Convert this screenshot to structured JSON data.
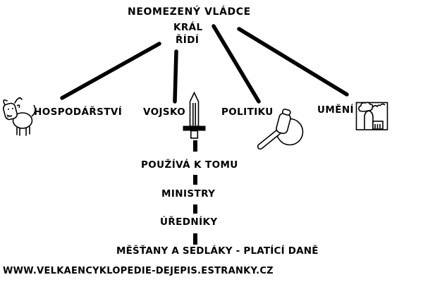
{
  "page": {
    "background": "#ffffff",
    "ink": "#000000"
  },
  "diagram": {
    "ruler": {
      "title": "NEOMEZENÝ VLÁDCE",
      "role": "KRÁL",
      "action": "ŘÍDÍ"
    },
    "domains": [
      {
        "label": "HOSPODÁŘSTVÍ",
        "icon": "cow-icon"
      },
      {
        "label": "VOJSKO",
        "icon": "sword-icon"
      },
      {
        "label": "POLITIKU",
        "icon": "gavel-icon"
      },
      {
        "label": "UMĚNÍ",
        "icon": "painting-icon"
      }
    ],
    "chain": {
      "intro": "POUŽÍVÁ K TOMU",
      "level1": "MINISTRY",
      "level2": "ÚŘEDNÍKY",
      "base": "MĚŠŤANY A SEDLÁKY - PLATÍCÍ DANĚ"
    },
    "watermark": "WWW.VELKAENCYKLOPEDIE-DEJEPIS.ESTRANKY.CZ"
  }
}
